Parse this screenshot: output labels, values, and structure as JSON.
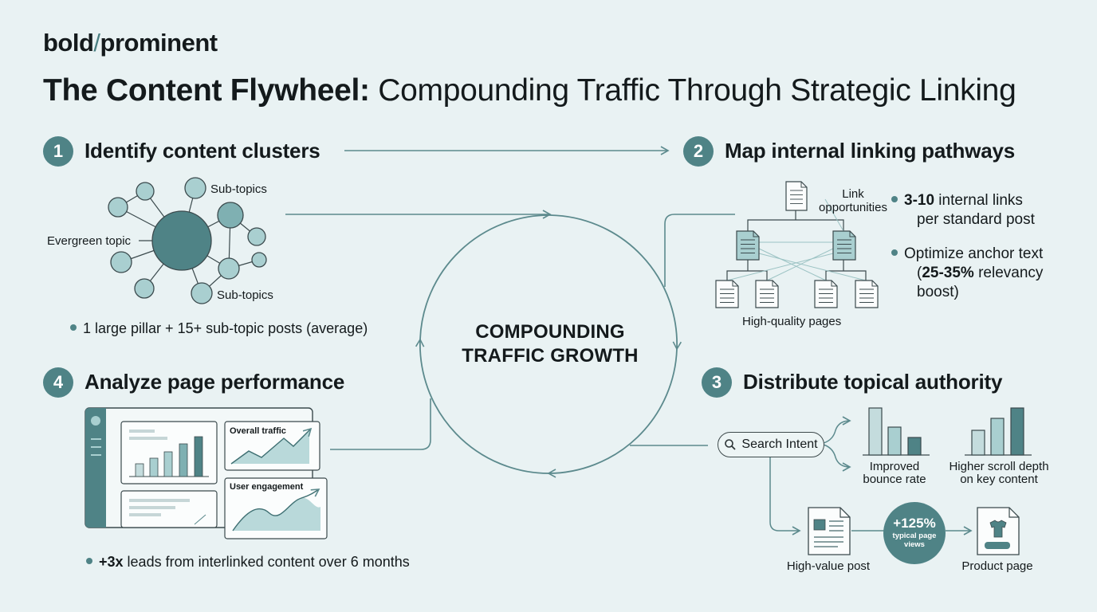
{
  "brand": {
    "part1": "bold",
    "slash": "/",
    "part2": "prominent"
  },
  "title": {
    "bold": "The Content Flywheel:",
    "rest": " Compounding Traffic Through Strategic Linking"
  },
  "center": {
    "line1": "COMPOUNDING",
    "line2": "TRAFFIC GROWTH"
  },
  "step1": {
    "num": "1",
    "title": "Identify content clusters",
    "evergreen": "Evergreen topic",
    "sub_top": "Sub-topics",
    "sub_bottom": "Sub-topics",
    "bullet": "1 large pillar + 15+ sub-topic posts (average)"
  },
  "step2": {
    "num": "2",
    "title": "Map internal linking pathways",
    "link_line1": "Link",
    "link_line2": "opportunities",
    "pages_label": "High-quality pages",
    "b1_bold": "3-10",
    "b1_rest": " internal links",
    "b1_line2": "per standard post",
    "b2_line1": "Optimize anchor text",
    "b2_open": "(",
    "b2_bold": "25-35%",
    "b2_rest": " relevancy",
    "b2_line3": "boost)"
  },
  "step3": {
    "num": "3",
    "title": "Distribute topical authority",
    "search": "Search Intent",
    "bounce1": "Improved",
    "bounce2": "bounce rate",
    "scroll1": "Higher scroll depth",
    "scroll2": "on key content",
    "stat_big": "+125%",
    "stat_small1": "typical page",
    "stat_small2": "views",
    "high_value": "High-value post",
    "product": "Product page"
  },
  "step4": {
    "num": "4",
    "title": "Analyze page performance",
    "traffic": "Overall traffic",
    "engagement": "User engagement",
    "bullet_bold": "+3x",
    "bullet_rest": " leads from interlinked content over 6 months"
  },
  "colors": {
    "accent": "#4f8386",
    "light": "#a9cfd0",
    "bg": "#e9f2f3",
    "line": "#5c8a8d"
  }
}
